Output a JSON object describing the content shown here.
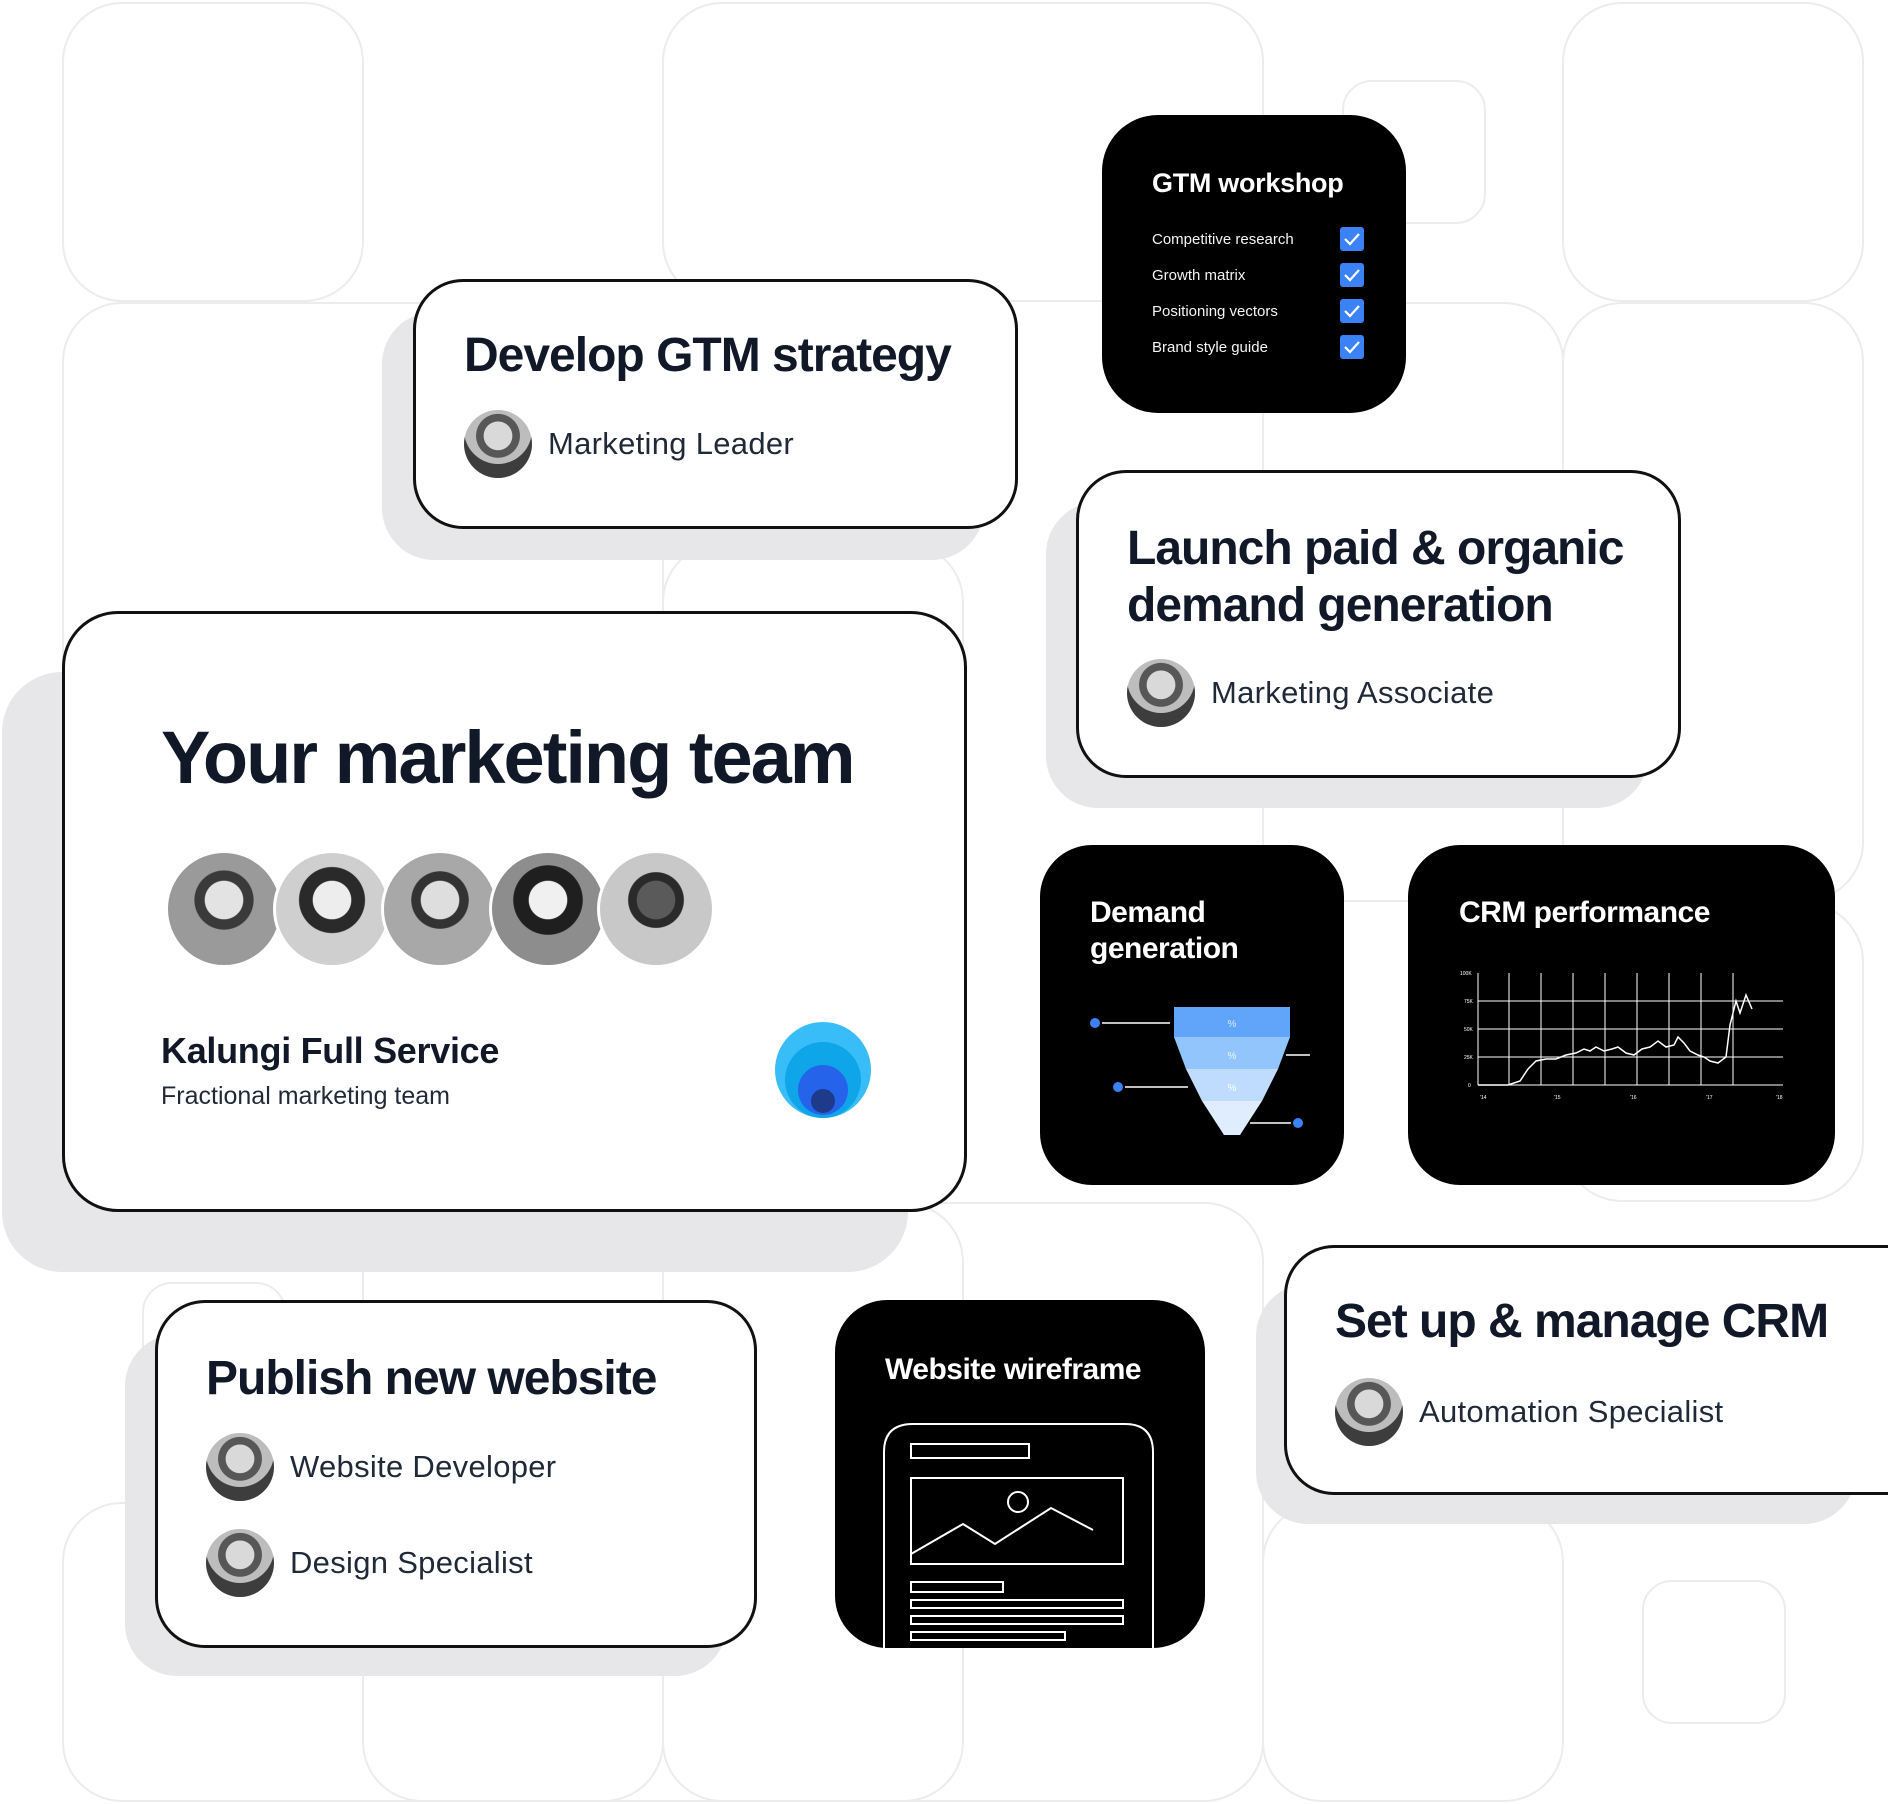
{
  "gtm_workshop": {
    "title": "GTM workshop",
    "items": [
      {
        "label": "Competitive research",
        "checked": true
      },
      {
        "label": "Growth matrix",
        "checked": true
      },
      {
        "label": "Positioning vectors",
        "checked": true
      },
      {
        "label": "Brand style guide",
        "checked": true
      }
    ]
  },
  "develop_gtm": {
    "title": "Develop GTM strategy",
    "role": "Marketing Leader"
  },
  "launch_demand": {
    "title_line1": "Launch paid & organic",
    "title_line2": "demand generation",
    "role": "Marketing Associate"
  },
  "team_card": {
    "title": "Your marketing team",
    "company": "Kalungi Full Service",
    "subtitle": "Fractional marketing team"
  },
  "demand_generation": {
    "title_line1": "Demand",
    "title_line2": "generation",
    "funnel_label": "%"
  },
  "crm_performance": {
    "title": "CRM performance",
    "y_ticks": [
      "100K",
      "75K",
      "50K",
      "25K",
      "0"
    ],
    "x_ticks": [
      "'14",
      "'15",
      "'16",
      "'17",
      "'18"
    ]
  },
  "publish_website": {
    "title": "Publish new website",
    "roles": [
      "Website Developer",
      "Design Specialist"
    ]
  },
  "website_wireframe": {
    "title": "Website wireframe"
  },
  "crm_card": {
    "title": "Set up & manage CRM",
    "role": "Automation Specialist"
  },
  "colors": {
    "accent_blue": "#3b82f6",
    "dark_card": "#000000",
    "shadow": "#e7e7e9"
  }
}
